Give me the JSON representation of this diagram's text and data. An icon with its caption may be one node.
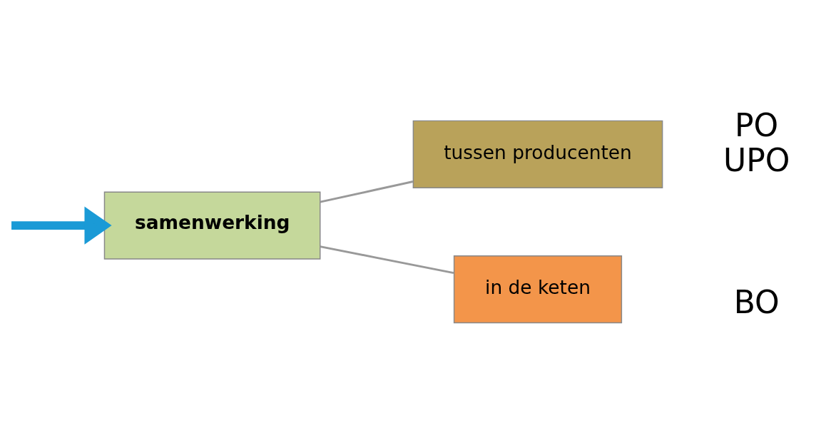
{
  "diagram": {
    "nodes": [
      {
        "text": [
          "samenwerking"
        ]
      },
      {
        "text": [
          "tussen producenten"
        ],
        "beside": [
          "PO",
          "UPO"
        ]
      },
      {
        "text": [
          "in de keten"
        ],
        "beside": [
          "BO"
        ]
      }
    ],
    "edges": [
      {
        "from": null,
        "to": 0,
        "arrow": "to",
        "style": "thick",
        "color": "#1a9ad6"
      },
      {
        "from": 0,
        "to": 1,
        "arrow": "none"
      },
      {
        "from": 0,
        "to": 2,
        "arrow": "none"
      }
    ]
  }
}
